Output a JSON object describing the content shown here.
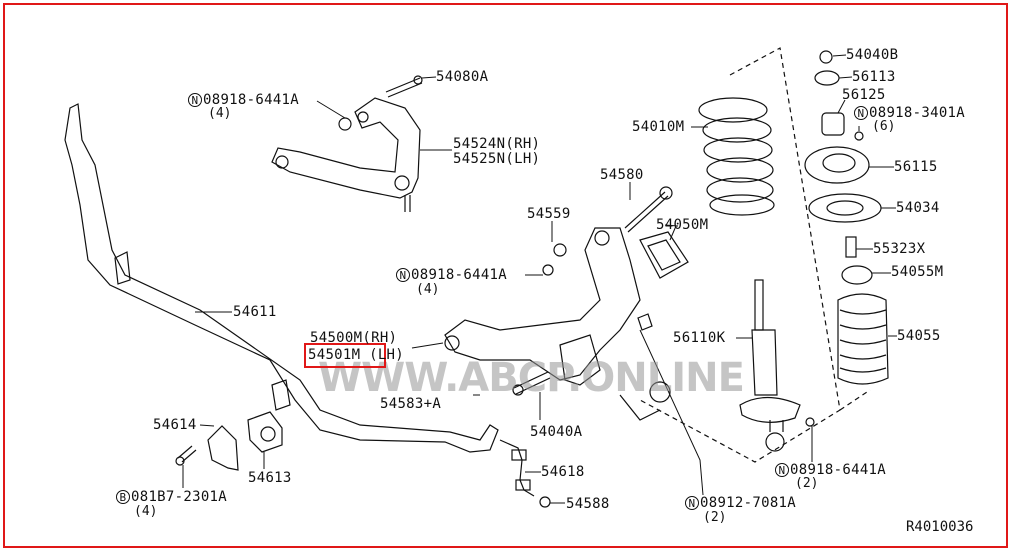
{
  "diagram": {
    "reference": "R4010036",
    "watermark": "WWW.ABCP.ONLINE",
    "highlight_color": "#e01818",
    "labels": {
      "p54080A": "54080A",
      "n_upper_nut": "08918-6441A",
      "n_upper_nut_qty": "(4)",
      "p54524N": "54524N(RH)",
      "p54525N": "54525N(LH)",
      "p54010M": "54010M",
      "p54040B": "54040B",
      "p56113": "56113",
      "p56125": "56125",
      "n_mount_nut": "08918-3401A",
      "n_mount_nut_qty": "(6)",
      "p56115": "56115",
      "p54034": "54034",
      "p54580": "54580",
      "p54559": "54559",
      "p54050M": "54050M",
      "p55323X": "55323X",
      "n_lower_nut": "08918-6441A",
      "n_lower_nut_qty": "(4)",
      "p54055M": "54055M",
      "p54611": "54611",
      "p54500M": "54500M(RH)",
      "p54501M": "54501M (LH)",
      "p56110K": "56110K",
      "p54055": "54055",
      "p54583": "54583+A",
      "p54040A": "54040A",
      "p54614": "54614",
      "p54613": "54613",
      "p54618": "54618",
      "b_bolt": "081B7-2301A",
      "b_bolt_qty": "(4)",
      "p54588": "54588",
      "n_shock_nut": "08918-6441A",
      "n_shock_nut_qty": "(2)",
      "n_bolt": "08912-7081A",
      "n_bolt_qty": "(2)"
    },
    "symbols": {
      "n": "N",
      "b": "B"
    }
  }
}
